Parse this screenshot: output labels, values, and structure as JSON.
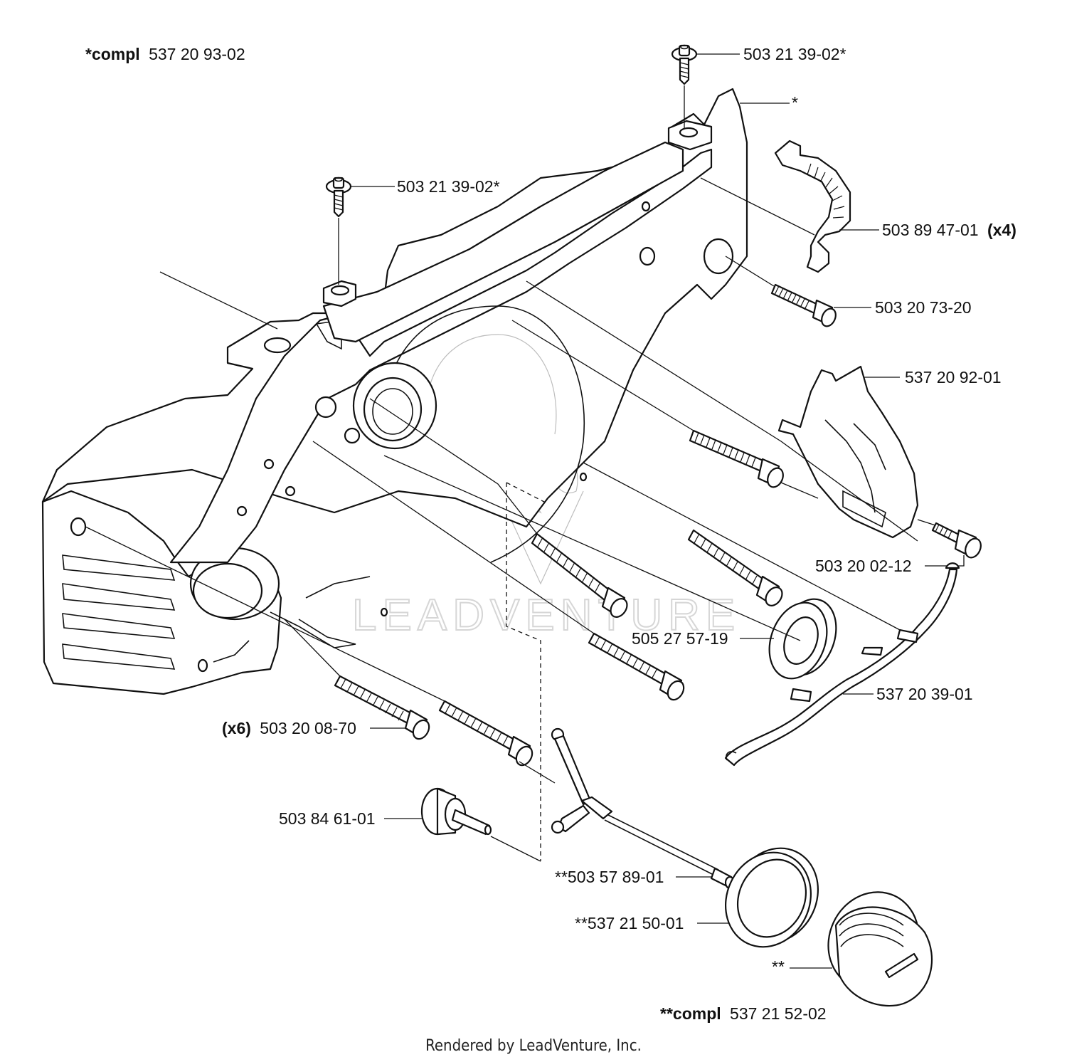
{
  "diagram": {
    "compl_top": {
      "prefix": "*compl",
      "number": "537 20 93-02"
    },
    "labels": [
      {
        "id": "bolt-top-right",
        "text": "503 21 39-02*"
      },
      {
        "id": "cover-star",
        "text": "*"
      },
      {
        "id": "bolt-top-left",
        "text": "503 21 39-02*"
      },
      {
        "id": "chain-catcher",
        "text": "503 89 47-01",
        "suffix": "(x4)"
      },
      {
        "id": "screw-catcher",
        "text": "503 20 73-20"
      },
      {
        "id": "guard-plate",
        "text": "537 20 92-01"
      },
      {
        "id": "screw-guard",
        "text": "503 20 02-12"
      },
      {
        "id": "seal",
        "text": "505 27 57-19"
      },
      {
        "id": "oil-hose",
        "text": "537 20 39-01"
      },
      {
        "id": "long-screws",
        "text": "503 20 08-70",
        "prefix": "(x6)"
      },
      {
        "id": "plug",
        "text": "503 84 61-01"
      },
      {
        "id": "filter-hose",
        "text": "**503 57 89-01"
      },
      {
        "id": "cap-seal",
        "text": "**537 21 50-01"
      },
      {
        "id": "cap-star",
        "text": "**"
      }
    ],
    "compl_bottom": {
      "prefix": "**compl",
      "number": "537 21 52-02"
    },
    "watermark": "LEADVENTURE",
    "footer": "Rendered by LeadVenture, Inc."
  }
}
